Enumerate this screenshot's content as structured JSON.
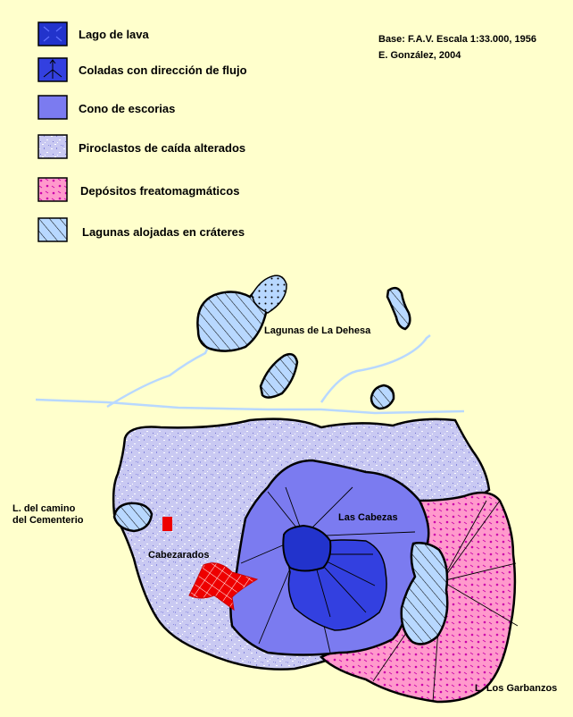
{
  "legend": [
    {
      "id": "lava-lake",
      "label": "Lago de lava",
      "pattern": "lava-lake-icon"
    },
    {
      "id": "lava-flows",
      "label": "Coladas con dirección de flujo",
      "pattern": "lava-flow-arrows-icon"
    },
    {
      "id": "scoria-cone",
      "label": "Cono de escorias",
      "pattern": "scoria-cone-swatch"
    },
    {
      "id": "altered-pyroclasts",
      "label": "Piroclastos de caída alterados",
      "pattern": "speckle-swatch"
    },
    {
      "id": "phreatomagmatic",
      "label": "Depósitos freatomagmáticos",
      "pattern": "pink-dotted-swatch"
    },
    {
      "id": "crater-lakes",
      "label": "Lagunas alojadas en cráteres",
      "pattern": "hatched-swatch"
    }
  ],
  "credits": {
    "base": "Base: F.A.V. Escala 1:33.000, 1956",
    "author": "E. González, 2004"
  },
  "places": {
    "dehesa": "Lagunas de La Dehesa",
    "cementerio_line1": "L. del camino",
    "cementerio_line2": "del Cementerio",
    "cabezas": "Las Cabezas",
    "cabezarados": "Cabezarados",
    "garbanzos": "L. Los Garbanzos"
  },
  "colors": {
    "background": "#ffffcc",
    "lava_lake": "#2233cc",
    "lava_flow": "#3340e0",
    "scoria_cone": "#7b7bf0",
    "pyroclast": "#c8c8f0",
    "phreatomagmatic": "#ff99cc",
    "crater_lake": "#b8d8ff",
    "river": "#b8d8ff",
    "red_deposit": "#ee0000"
  }
}
